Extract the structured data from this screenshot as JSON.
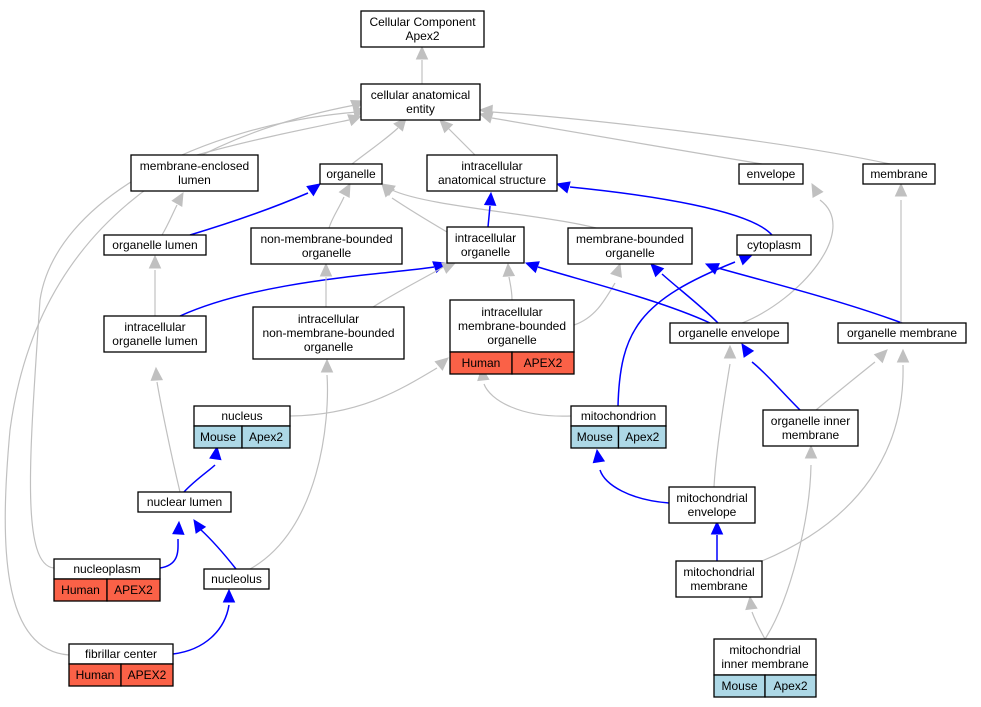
{
  "nodes": {
    "root": [
      "Cellular Component",
      "Apex2"
    ],
    "cae": [
      "cellular anatomical",
      "entity"
    ],
    "mel": [
      "membrane-enclosed",
      "lumen"
    ],
    "organelle": [
      "organelle"
    ],
    "ias": [
      "intracellular",
      "anatomical structure"
    ],
    "envelope": [
      "envelope"
    ],
    "membrane": [
      "membrane"
    ],
    "olumen": [
      "organelle lumen"
    ],
    "nmbo": [
      "non-membrane-bounded",
      "organelle"
    ],
    "io": [
      "intracellular",
      "organelle"
    ],
    "mbo": [
      "membrane-bounded",
      "organelle"
    ],
    "cyto": [
      "cytoplasm"
    ],
    "iol": [
      "intracellular",
      "organelle lumen"
    ],
    "inmbo": [
      "intracellular",
      "non-membrane-bounded",
      "organelle"
    ],
    "imbo": [
      "intracellular",
      "membrane-bounded",
      "organelle"
    ],
    "oenv": [
      "organelle envelope"
    ],
    "omem": [
      "organelle membrane"
    ],
    "nucleus": [
      "nucleus"
    ],
    "mito": [
      "mitochondrion"
    ],
    "oim": [
      "organelle inner",
      "membrane"
    ],
    "nlumen": [
      "nuclear lumen"
    ],
    "menv": [
      "mitochondrial",
      "envelope"
    ],
    "nplasm": [
      "nucleoplasm"
    ],
    "nucleolus": [
      "nucleolus"
    ],
    "mmem": [
      "mitochondrial",
      "membrane"
    ],
    "fc": [
      "fibrillar center"
    ],
    "mim": [
      "mitochondrial",
      "inner membrane"
    ]
  },
  "annotations": {
    "imbo": [
      "Human",
      "APEX2"
    ],
    "nucleus": [
      "Mouse",
      "Apex2"
    ],
    "mito": [
      "Mouse",
      "Apex2"
    ],
    "nplasm": [
      "Human",
      "APEX2"
    ],
    "fc": [
      "Human",
      "APEX2"
    ],
    "mim": [
      "Mouse",
      "Apex2"
    ]
  },
  "colors": {
    "human_fill": "#fa6147",
    "mouse_fill": "#add8e6",
    "is_a_edge": "#c0c0c0",
    "part_of_edge": "#0000ff",
    "node_border": "#000000"
  },
  "legend_semantics": {
    "gray_edges": "is_a",
    "blue_edges": "part_of"
  }
}
